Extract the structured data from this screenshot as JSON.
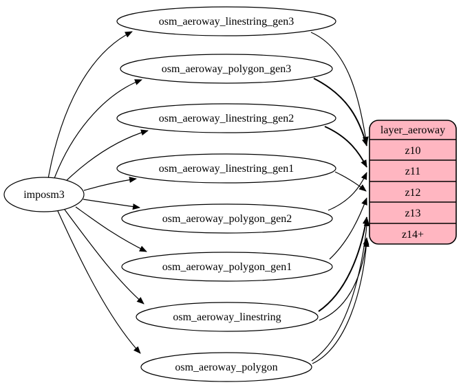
{
  "diagram": {
    "type": "etl-graph",
    "background_color": "#ffffff",
    "edge_color": "#000000",
    "source": {
      "label": "imposm3"
    },
    "tables": [
      {
        "label": "osm_aeroway_linestring_gen3",
        "targets": [
          "z10"
        ]
      },
      {
        "label": "osm_aeroway_polygon_gen3",
        "targets": [
          "z10"
        ]
      },
      {
        "label": "osm_aeroway_linestring_gen2",
        "targets": [
          "z11"
        ]
      },
      {
        "label": "osm_aeroway_linestring_gen1",
        "targets": [
          "z12"
        ]
      },
      {
        "label": "osm_aeroway_polygon_gen2",
        "targets": [
          "z11"
        ]
      },
      {
        "label": "osm_aeroway_polygon_gen1",
        "targets": [
          "z12"
        ]
      },
      {
        "label": "osm_aeroway_linestring",
        "targets": [
          "z13",
          "z14+"
        ]
      },
      {
        "label": "osm_aeroway_polygon",
        "targets": [
          "z13",
          "z14+"
        ]
      }
    ],
    "layer": {
      "title": "layer_aeroway",
      "rows": [
        "z10",
        "z11",
        "z12",
        "z13",
        "z14+"
      ],
      "fill_color": "#FFB6C1",
      "stroke_color": "#000000",
      "node_fill": "#ffffff"
    }
  }
}
